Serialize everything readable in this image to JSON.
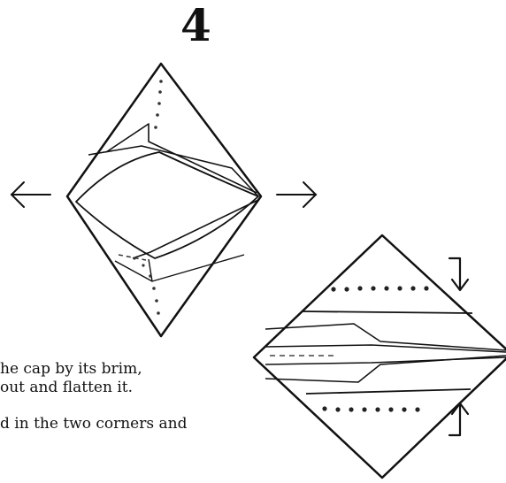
{
  "step": {
    "number": "4"
  },
  "instructions": {
    "line1": "he cap by its brim,",
    "line2": "out and flatten it.",
    "line3": "d in the two corners and"
  },
  "figure": {
    "left_arrow_icon": "arrow-left-icon",
    "right_arrow_icon": "arrow-right-icon",
    "fold_down_icon": "fold-down-arrow-icon",
    "fold_up_icon": "fold-up-arrow-icon",
    "stroke_color": "#111111",
    "crease_color": "#555555"
  }
}
